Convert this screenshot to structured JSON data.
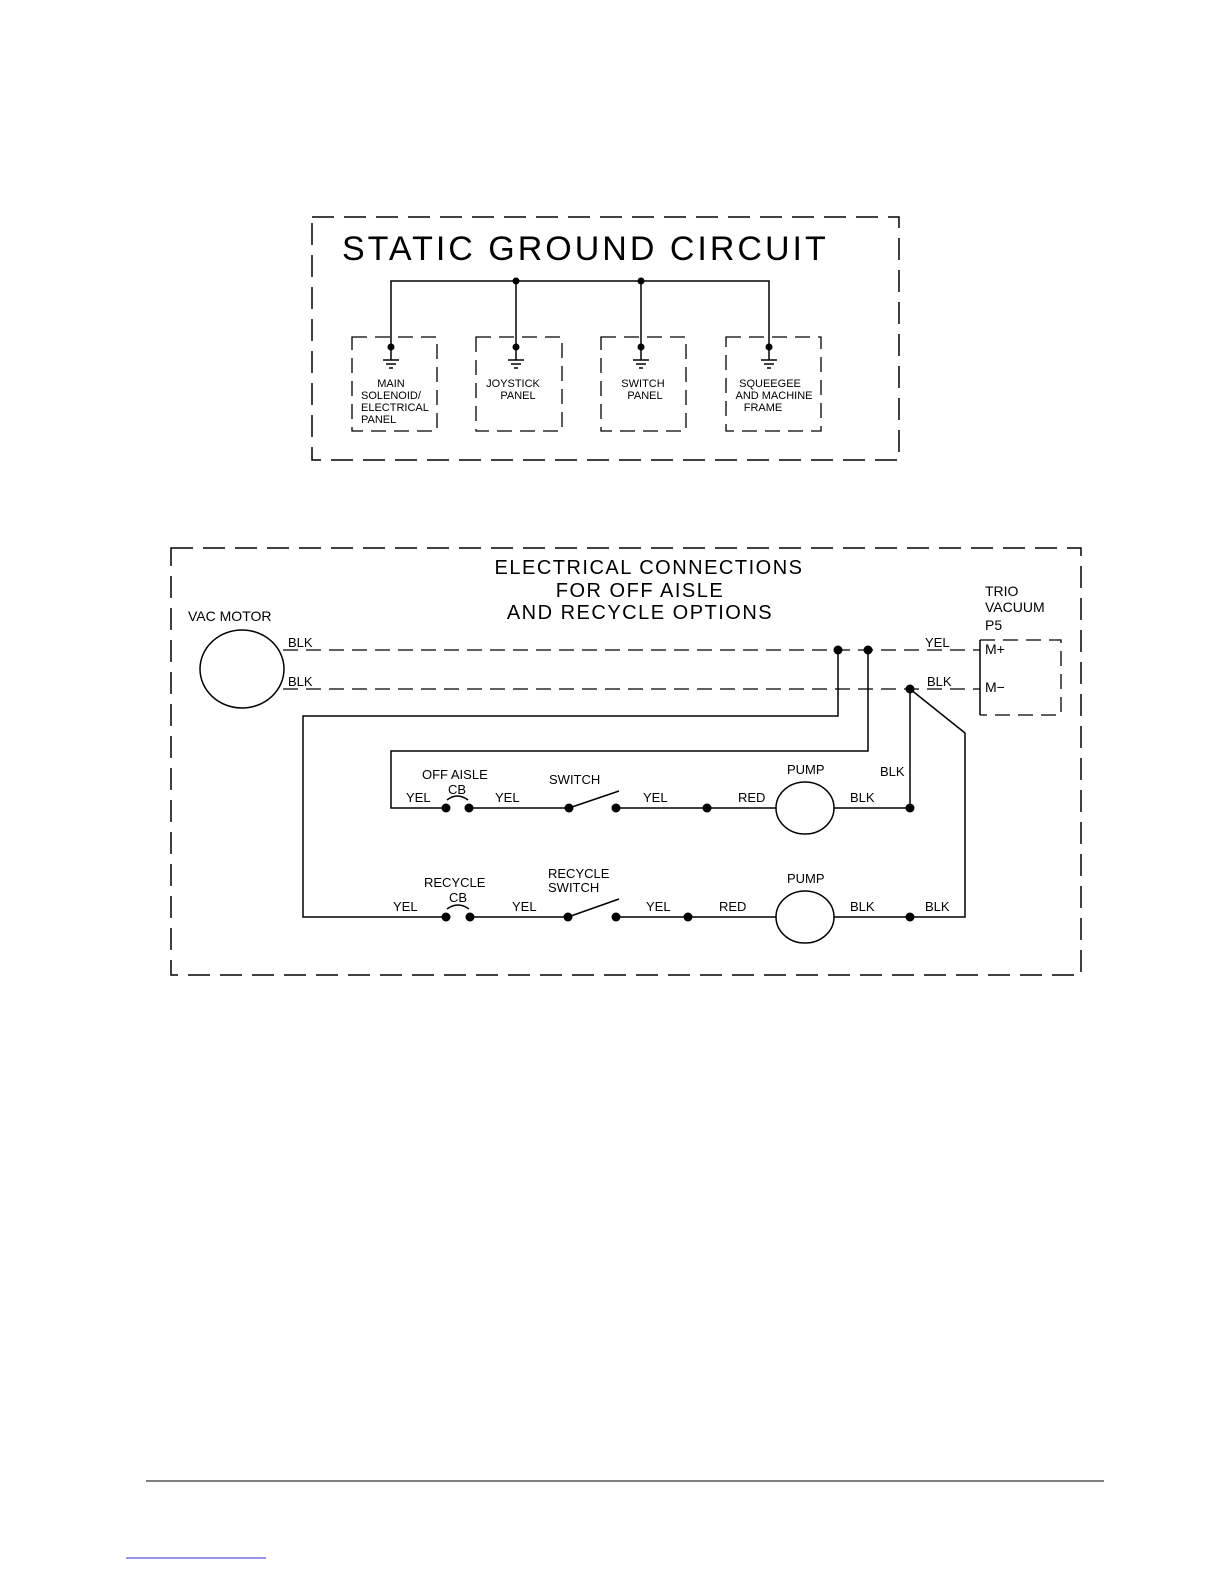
{
  "static_ground": {
    "title": "STATIC GROUND CIRCUIT",
    "panels": [
      {
        "lines": [
          "MAIN",
          "SOLENOID/",
          "ELECTRICAL",
          "PANEL"
        ]
      },
      {
        "lines": [
          "JOYSTICK",
          "PANEL"
        ]
      },
      {
        "lines": [
          "SWITCH",
          "PANEL"
        ]
      },
      {
        "lines": [
          "SQUEEGEE",
          "AND MACHINE",
          "FRAME"
        ]
      }
    ]
  },
  "electrical": {
    "title_lines": [
      "ELECTRICAL CONNECTIONS",
      "FOR OFF AISLE",
      "AND RECYCLE OPTIONS"
    ],
    "vac_motor": {
      "label": "VAC MOTOR",
      "wire_top": "BLK",
      "wire_bottom": "BLK"
    },
    "trio_vacuum": {
      "lines": [
        "TRIO",
        "VACUUM",
        "P5"
      ],
      "pin_plus": "M+",
      "pin_minus": "M−",
      "wire_top": "YEL",
      "wire_bottom": "BLK"
    },
    "off_aisle": {
      "cb_lines": [
        "OFF AISLE",
        "CB"
      ],
      "switch_label": "SWITCH",
      "pump_label": "PUMP",
      "wires": {
        "in": "YEL",
        "cb_to_switch": "YEL",
        "switch_out": "YEL",
        "pump_in": "RED",
        "pump_out": "BLK",
        "vertical": "BLK"
      }
    },
    "recycle": {
      "cb_lines": [
        "RECYCLE",
        "CB"
      ],
      "switch_lines": [
        "RECYCLE",
        "SWITCH"
      ],
      "pump_label": "PUMP",
      "wires": {
        "in": "YEL",
        "cb_to_switch": "YEL",
        "switch_out": "YEL",
        "pump_in": "RED",
        "pump_out": "BLK",
        "right": "BLK"
      }
    }
  }
}
